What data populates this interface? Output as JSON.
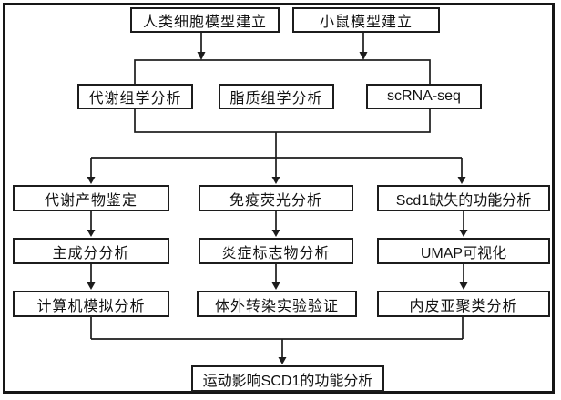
{
  "diagram": {
    "type": "flowchart",
    "nodes": [
      {
        "id": "human-cell-model",
        "label": "人类细胞模型建立"
      },
      {
        "id": "mouse-model",
        "label": "小鼠模型建立"
      },
      {
        "id": "metabolomics",
        "label": "代谢组学分析"
      },
      {
        "id": "lipidomics",
        "label": "脂质组学分析"
      },
      {
        "id": "scrna-seq",
        "label": "scRNA-seq"
      },
      {
        "id": "metabolite-identification",
        "label": "代谢产物鉴定"
      },
      {
        "id": "immunofluorescence",
        "label": "免疫荧光分析"
      },
      {
        "id": "scd1-loss-function",
        "label": "Scd1缺失的功能分析"
      },
      {
        "id": "principal-component",
        "label": "主成分分析"
      },
      {
        "id": "inflammation-markers",
        "label": "炎症标志物分析"
      },
      {
        "id": "umap-visualization",
        "label": "UMAP可视化"
      },
      {
        "id": "computer-simulation",
        "label": "计算机模拟分析"
      },
      {
        "id": "in-vitro-transfection",
        "label": "体外转染实验验证"
      },
      {
        "id": "endothelial-subcluster",
        "label": "内皮亚聚类分析"
      },
      {
        "id": "exercise-scd1-function",
        "label": "运动影响SCD1的功能分析"
      }
    ],
    "edges": [
      {
        "from": "human-cell-model",
        "to": "omics-group"
      },
      {
        "from": "mouse-model",
        "to": "omics-group"
      },
      {
        "from": "omics-group",
        "to": "metabolite-identification"
      },
      {
        "from": "omics-group",
        "to": "immunofluorescence"
      },
      {
        "from": "omics-group",
        "to": "scd1-loss-function"
      },
      {
        "from": "metabolite-identification",
        "to": "principal-component"
      },
      {
        "from": "principal-component",
        "to": "computer-simulation"
      },
      {
        "from": "immunofluorescence",
        "to": "inflammation-markers"
      },
      {
        "from": "inflammation-markers",
        "to": "in-vitro-transfection"
      },
      {
        "from": "scd1-loss-function",
        "to": "umap-visualization"
      },
      {
        "from": "umap-visualization",
        "to": "endothelial-subcluster"
      },
      {
        "from": "computer-simulation",
        "to": "exercise-scd1-function"
      },
      {
        "from": "endothelial-subcluster",
        "to": "exercise-scd1-function"
      }
    ],
    "omics_group_members": [
      "metabolomics",
      "lipidomics",
      "scrna-seq"
    ],
    "colors": {
      "background": "#ffffff",
      "line": "#1c1c1c",
      "box_border": "#1c1c1c",
      "outer_border": "#161616",
      "text": "#111111"
    }
  }
}
